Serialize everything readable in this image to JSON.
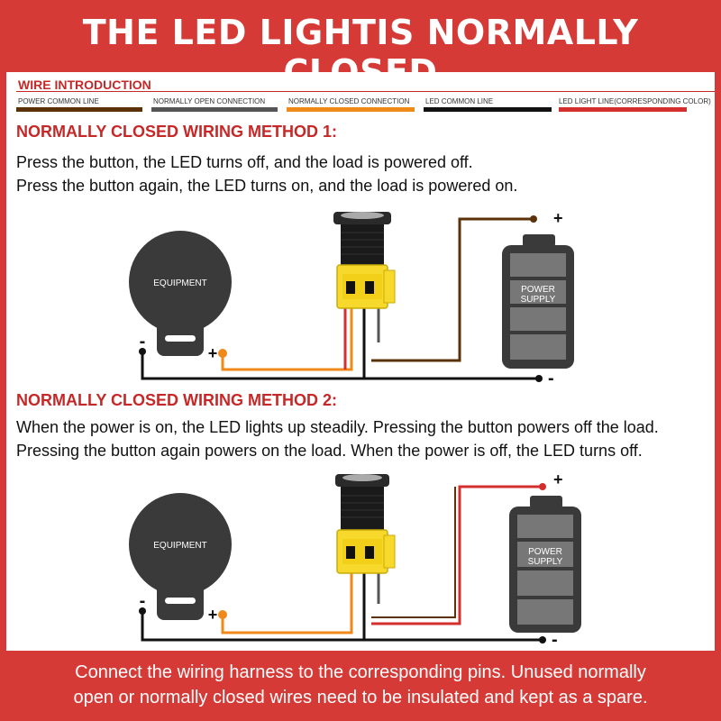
{
  "header": {
    "title": "THE LED LIGHTIS NORMALLY CLOSED"
  },
  "wire_intro": {
    "heading": "WIRE INTRODUCTION",
    "items": [
      {
        "label": "POWER COMMON LINE",
        "color": "#5b3208"
      },
      {
        "label": "NORMALLY OPEN CONNECTION",
        "color": "#555555"
      },
      {
        "label": "NORMALLY CLOSED CONNECTION",
        "color": "#ef8a1a"
      },
      {
        "label": "LED COMMON LINE",
        "color": "#111111"
      },
      {
        "label": "LED LIGHT LINE(CORRESPONDING COLOR)",
        "color": "#d32f2f"
      }
    ]
  },
  "method1": {
    "title": "NORMALLY CLOSED WIRING METHOD 1:",
    "lines": [
      "Press the button, the LED turns off, and the load is powered off.",
      "Press the button again, the LED turns on, and the load is powered on."
    ],
    "equipment_label": "EQUIPMENT",
    "power_label": [
      "POWER",
      "SUPPLY"
    ],
    "plus": "+",
    "minus": "-"
  },
  "method2": {
    "title": "NORMALLY CLOSED WIRING METHOD 2:",
    "lines": [
      "When the power is on, the LED lights up steadily. Pressing the button powers off the load.",
      "Pressing the button again powers on the load. When the power is off, the LED turns off."
    ],
    "equipment_label": "EQUIPMENT",
    "power_label": [
      "POWER",
      "SUPPLY"
    ],
    "plus": "+",
    "minus": "-"
  },
  "footer": {
    "lines": [
      "Connect the wiring harness to the corresponding pins. Unused normally",
      "open or normally closed wires need to be insulated and kept as a spare."
    ]
  }
}
